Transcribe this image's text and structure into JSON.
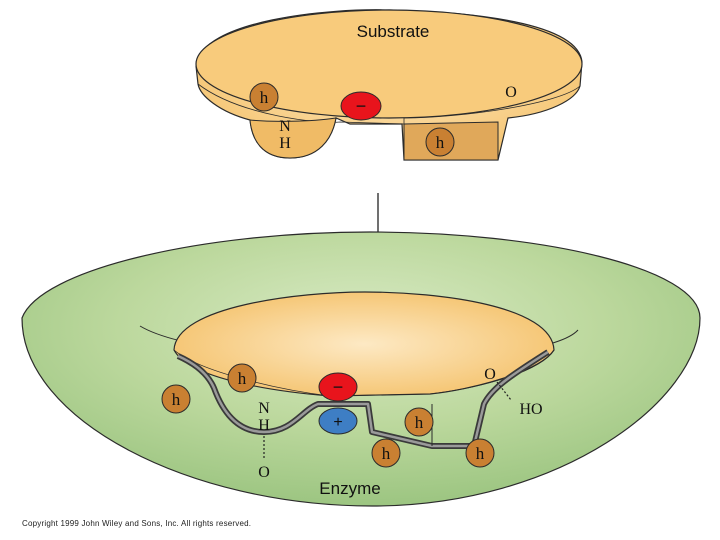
{
  "substrate": {
    "title": "Substrate",
    "label_n": "N",
    "label_h": "H",
    "label_o": "O",
    "hydrophobic": "h",
    "negative": "−"
  },
  "enzyme": {
    "title": "Enzyme",
    "label_n": "N",
    "label_h": "H",
    "label_o_bottom": "O",
    "label_o_top": "O",
    "label_ho": "HO",
    "hydrophobic": "h",
    "negative": "−",
    "positive": "+"
  },
  "copyright": "Copyright 1999 John Wiley and Sons, Inc. All rights reserved.",
  "colors": {
    "substrate_fill": "#f7c978",
    "substrate_highlight": "#fde3b3",
    "enzyme_fill": "#bfdaa0",
    "enzyme_dark": "#8fbf78",
    "hydrophobic": "#c98032",
    "negative": "#e8141c",
    "positive": "#3e7ec4",
    "outline": "#2b2b2b"
  }
}
